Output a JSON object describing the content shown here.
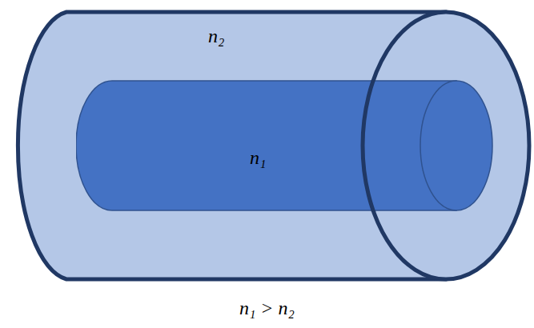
{
  "diagram": {
    "nodes": [
      {
        "text": [
          "n₂"
        ]
      },
      {
        "text": [
          "n₁"
        ],
        "in": 0
      }
    ],
    "labels": [
      "n₁ > n₂"
    ]
  }
}
